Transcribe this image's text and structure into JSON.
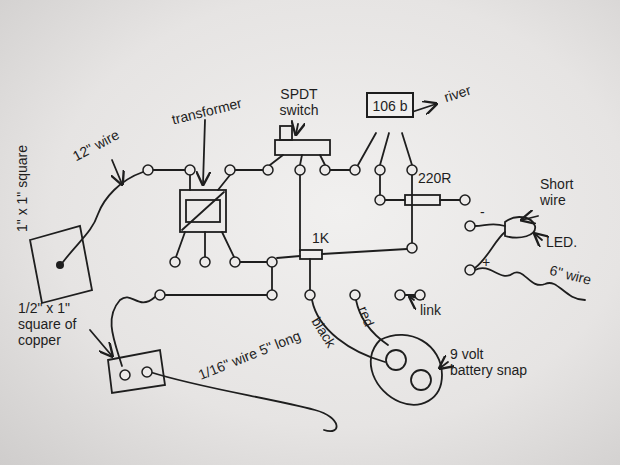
{
  "diagram": {
    "nodes": [
      {
        "text": [
          "106 b"
        ]
      }
    ],
    "labels": [
      "1\" x 1\" square",
      "12\" wire",
      "transformer",
      "SPDT switch",
      "river",
      "220R",
      "1K",
      "Short wire",
      "LED.",
      "-",
      "+",
      "6\" wire",
      "link",
      "red",
      "black",
      "9 volt battery snap",
      "1/2\" x 1\" square of copper",
      "1/16\" wire 5\" long"
    ]
  }
}
